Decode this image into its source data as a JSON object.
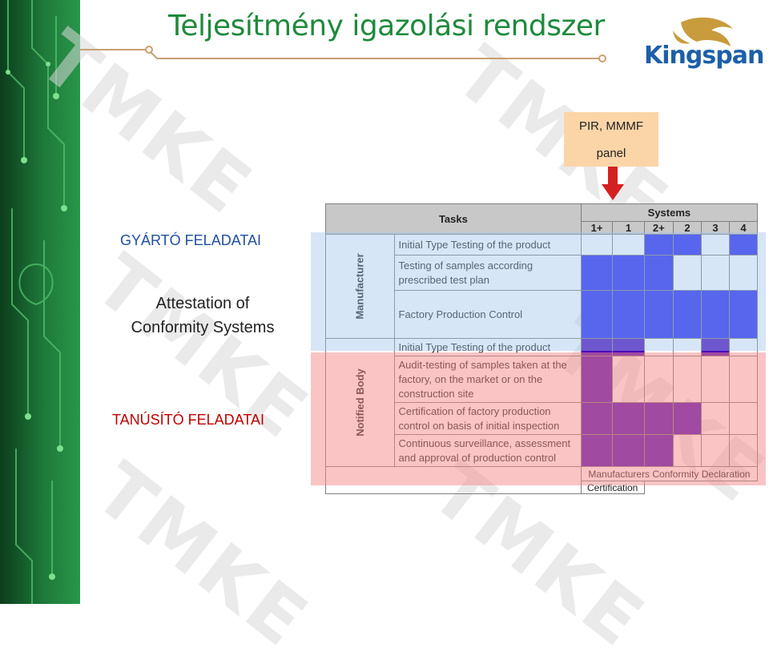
{
  "header": {
    "title": "Teljesítmény igazolási rendszer",
    "logo_text": "Kingspan"
  },
  "watermark": "TMKE",
  "callout": {
    "line1": "PIR, MMMF",
    "line2": "panel"
  },
  "labels": {
    "manufacturer_tasks": "GYÁRTÓ FELADATAI",
    "attestation_line1": "Attestation of",
    "attestation_line2": "Conformity Systems",
    "notified_tasks": "TANÚSÍTÓ FELADATAI"
  },
  "table": {
    "tasks_header": "Tasks",
    "systems_header": "Systems",
    "systems": [
      "1+",
      "1",
      "2+",
      "2",
      "3",
      "4"
    ],
    "manufacturer_label": "Manufacturer",
    "notified_label": "Notified Body",
    "manufacturer_rows": [
      {
        "task": "Initial Type Testing of the product",
        "cells": [
          0,
          0,
          1,
          1,
          0,
          1
        ]
      },
      {
        "task": "Testing of samples according prescribed test plan",
        "cells": [
          1,
          1,
          1,
          0,
          0,
          0
        ]
      },
      {
        "task": "Factory Production Control",
        "cells": [
          1,
          1,
          1,
          1,
          1,
          1
        ]
      }
    ],
    "notified_rows": [
      {
        "task": "Initial Type Testing of the product",
        "cells": [
          1,
          1,
          0,
          0,
          1,
          0
        ]
      },
      {
        "task": "Audit-testing of samples taken at the factory, on the market or on the construction site",
        "cells": [
          1,
          0,
          0,
          0,
          0,
          0
        ]
      },
      {
        "task": "Certification of factory production control on basis of initial inspection",
        "cells": [
          1,
          1,
          1,
          1,
          0,
          0
        ]
      },
      {
        "task": "Continuous surveillance, assessment and approval of production control",
        "cells": [
          1,
          1,
          1,
          0,
          0,
          0
        ]
      }
    ],
    "footer_declaration": "Manufacturers Conformity Declaration",
    "footer_certification": "Certification"
  },
  "colors": {
    "title_green": "#1e8a3c",
    "logo_blue": "#1d5fa8",
    "manufacturer_blue": "#2424ee",
    "notified_purple": "#4a0ab8",
    "notified_red_text": "#c00000",
    "callout_bg": "#fbd5a8"
  }
}
